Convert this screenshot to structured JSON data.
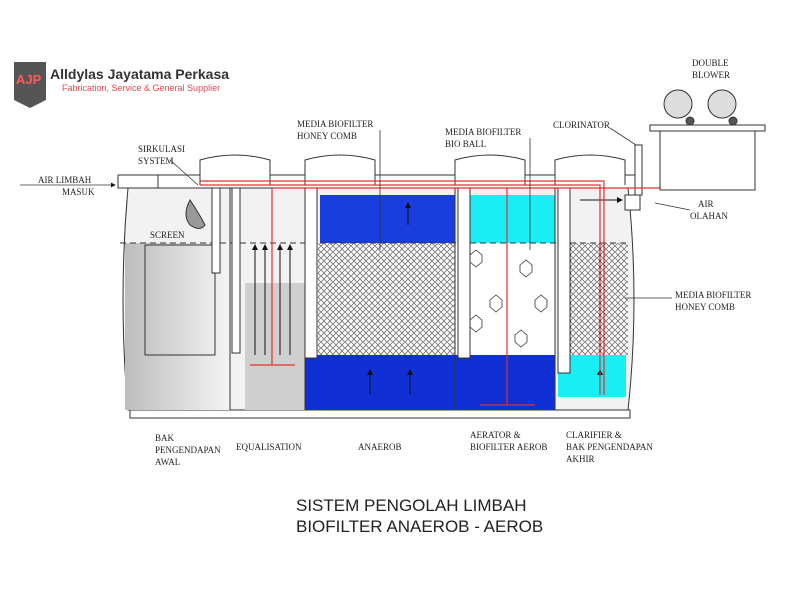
{
  "logo": {
    "mark": "AJP",
    "name": "Alldylas Jayatama Perkasa",
    "tagline": "Fabrication, Service & General Supplier"
  },
  "labels": {
    "air_limbah": [
      "AIR LIMBAH",
      "MASUK"
    ],
    "sirkulasi": [
      "SIRKULASI",
      "SYSTEM"
    ],
    "screen": "SCREEN",
    "media_honeycomb_top": [
      "MEDIA BIOFILTER",
      "HONEY COMB"
    ],
    "media_bioball": [
      "MEDIA BIOFILTER",
      "BIO BALL"
    ],
    "clorinator": "CLORINATOR",
    "double_blower": [
      "DOUBLE",
      "BLOWER"
    ],
    "air_olahan": [
      "AIR",
      "OLAHAN"
    ],
    "media_honeycomb_right": [
      "MEDIA BIOFILTER",
      "HONEY COMB"
    ]
  },
  "compartments": {
    "bak_awal": [
      "BAK",
      "PENGENDAPAN",
      "AWAL"
    ],
    "equalisation": "EQUALISATION",
    "anaerob": "ANAEROB",
    "aerob": [
      "AERATOR &",
      "BIOFILTER AEROB"
    ],
    "clarifier": [
      "CLARIFIER &",
      "BAK PENGENDAPAN",
      "AKHIR"
    ]
  },
  "title": [
    "SISTEM PENGOLAH LIMBAH",
    "BIOFILTER ANAEROB - AEROB"
  ],
  "colors": {
    "blue": "#1733d8",
    "cyan": "#16f0f5",
    "pipe": "#e03030",
    "gray": "#d4d4d4"
  }
}
